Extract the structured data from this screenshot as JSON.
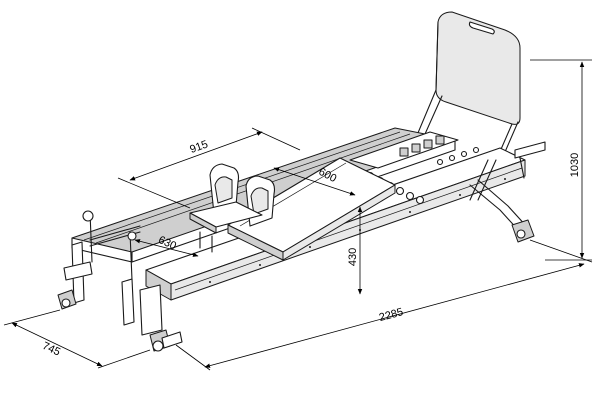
{
  "diagram": {
    "dimensions": {
      "length": "2285",
      "width": "745",
      "height": "1030",
      "carriage_height": "430",
      "carriage_length": "915",
      "carriage_width": "600",
      "footbar_width": "630"
    },
    "colors": {
      "line": "#1a1a1a",
      "metal": "#cfcfcf",
      "panel": "#e9e9e9",
      "background": "#ffffff"
    }
  }
}
